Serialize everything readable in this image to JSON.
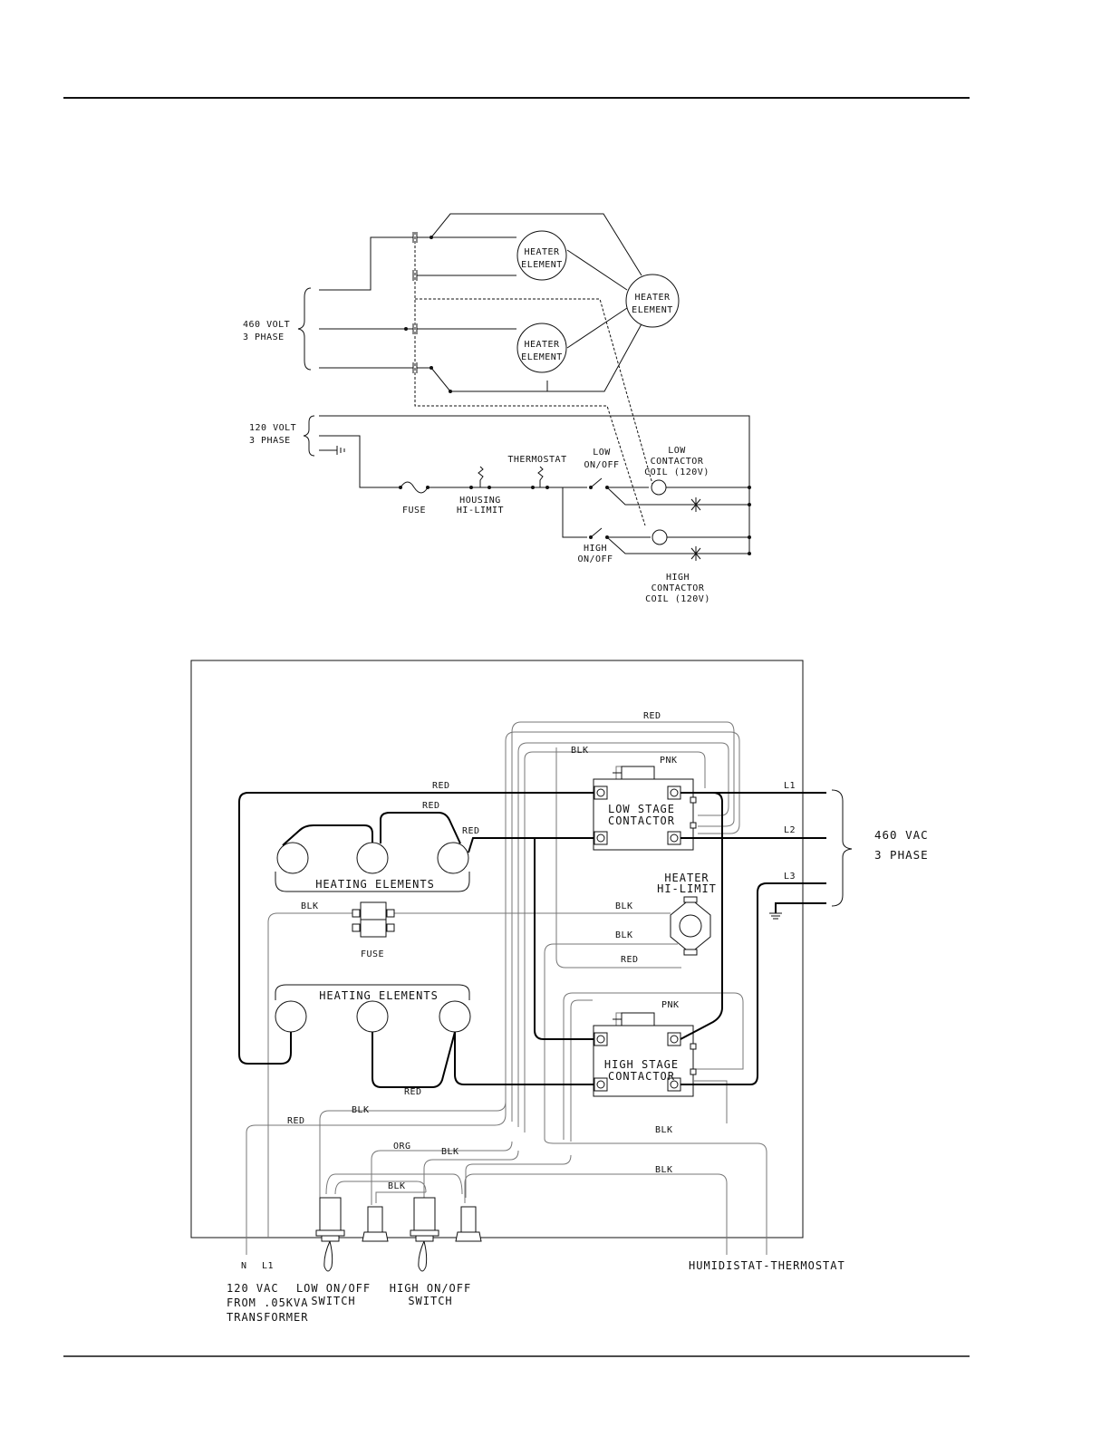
{
  "schematic": {
    "supply_460": [
      "460 VOLT",
      "3 PHASE"
    ],
    "supply_120": [
      "120 VOLT",
      "3 PHASE"
    ],
    "heater_element": [
      "HEATER",
      "ELEMENT"
    ],
    "fuse": "FUSE",
    "housing_hi_limit": [
      "HOUSING",
      "HI-LIMIT"
    ],
    "thermostat": "THERMOSTAT",
    "low_on_off": [
      "LOW",
      "ON/OFF"
    ],
    "high_on_off": [
      "HIGH",
      "ON/OFF"
    ],
    "low_contactor_coil": [
      "LOW",
      "CONTACTOR",
      "COIL (120V)"
    ],
    "high_contactor_coil": [
      "HIGH",
      "CONTACTOR",
      "COIL (120V)"
    ]
  },
  "wiring": {
    "heating_elements": "HEATING ELEMENTS",
    "fuse": "FUSE",
    "low_stage_contactor": [
      "LOW STAGE",
      "CONTACTOR"
    ],
    "high_stage_contactor": [
      "HIGH STAGE",
      "CONTACTOR"
    ],
    "heater_hi_limit": [
      "HEATER",
      "HI-LIMIT"
    ],
    "supply_460": [
      "460 VAC",
      "3 PHASE"
    ],
    "lines": [
      "L1",
      "L2",
      "L3"
    ],
    "neutral": "N",
    "line1": "L1",
    "humidistat_thermostat": "HUMIDISTAT-THERMOSTAT",
    "supply_120": [
      "120 VAC",
      "FROM .05KVA",
      "TRANSFORMER"
    ],
    "low_switch": [
      "LOW ON/OFF",
      "SWITCH"
    ],
    "high_switch": [
      "HIGH ON/OFF",
      "SWITCH"
    ],
    "wire_colors": {
      "red": "RED",
      "blk": "BLK",
      "pnk": "PNK",
      "org": "ORG"
    }
  }
}
